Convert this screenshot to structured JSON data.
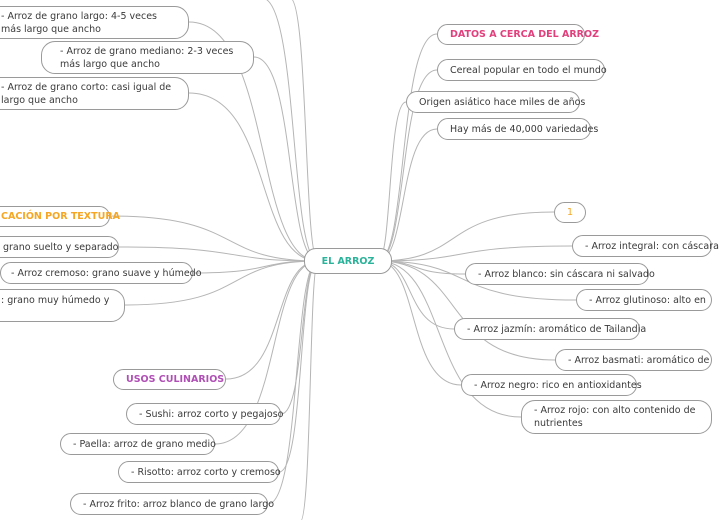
{
  "center": {
    "label": "EL ARROZ"
  },
  "datos": {
    "title": "DATOS A CERCA DEL ARROZ",
    "items": [
      "Cereal popular en todo el mundo",
      "Origen asiático hace miles de años",
      "Hay más de 40,000 variedades"
    ]
  },
  "tipos": {
    "number": "1",
    "items": [
      "- Arroz integral: con cáscara",
      "- Arroz blanco: sin cáscara ni salvado",
      "- Arroz glutinoso: alto en",
      "- Arroz jazmín: aromático de Tailandia",
      "- Arroz basmati: aromático de",
      "- Arroz negro: rico en antioxidantes",
      "- Arroz rojo: con alto contenido de nutrientes"
    ]
  },
  "grano": {
    "items": [
      "- Arroz de grano largo: 4-5 veces más largo que ancho",
      "- Arroz de grano mediano: 2-3 veces más largo que ancho",
      "- Arroz de grano corto: casi igual de largo que ancho"
    ]
  },
  "textura": {
    "title": "CACIÓN POR TEXTURA",
    "items": [
      "grano suelto y separado",
      "- Arroz cremoso: grano suave y húmedo",
      ": grano muy húmedo y"
    ]
  },
  "usos": {
    "title": "USOS CULINARIOS",
    "items": [
      "- Sushi: arroz corto y pegajoso",
      "- Paella: arroz de grano medio",
      "- Risotto: arroz corto y cremoso",
      "- Arroz frito: arroz blanco de grano largo"
    ]
  },
  "colors": {
    "center": "#2ab39a",
    "datos": "#e2407d",
    "textura": "#f5a623",
    "usos": "#b04fb5",
    "line": "#b5b5b5"
  }
}
